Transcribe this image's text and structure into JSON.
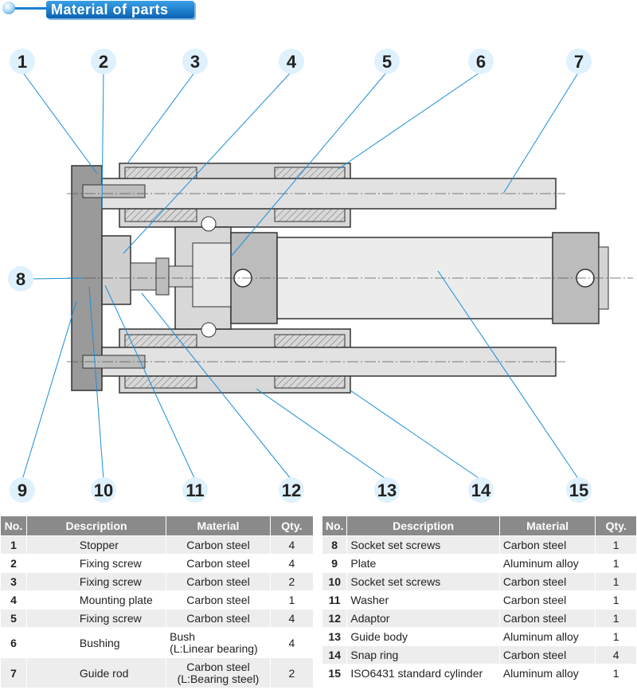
{
  "header": {
    "title": "Material of parts"
  },
  "callouts": [
    "1",
    "2",
    "3",
    "4",
    "5",
    "6",
    "7",
    "8",
    "9",
    "10",
    "11",
    "12",
    "13",
    "14",
    "15"
  ],
  "table_left": {
    "columns": [
      "No.",
      "Description",
      "Material",
      "Qty."
    ],
    "rows": [
      {
        "no": "1",
        "description": "Stopper",
        "material": "Carbon steel",
        "material_sub": "",
        "qty": "4"
      },
      {
        "no": "2",
        "description": "Fixing screw",
        "material": "Carbon steel",
        "material_sub": "",
        "qty": "4"
      },
      {
        "no": "3",
        "description": "Fixing screw",
        "material": "Carbon steel",
        "material_sub": "",
        "qty": "2"
      },
      {
        "no": "4",
        "description": "Mounting plate",
        "material": "Carbon steel",
        "material_sub": "",
        "qty": "1"
      },
      {
        "no": "5",
        "description": "Fixing screw",
        "material": "Carbon steel",
        "material_sub": "",
        "qty": "4"
      },
      {
        "no": "6",
        "description": "Bushing",
        "material": "Bush",
        "material_sub": "(L:Linear bearing)",
        "qty": "4"
      },
      {
        "no": "7",
        "description": "Guide rod",
        "material": "Carbon steel",
        "material_sub": "(L:Bearing steel)",
        "qty": "2"
      }
    ]
  },
  "table_right": {
    "columns": [
      "No.",
      "Description",
      "Material",
      "Qty."
    ],
    "rows": [
      {
        "no": "8",
        "description": "Socket set screws",
        "material": "Carbon steel",
        "qty": "1"
      },
      {
        "no": "9",
        "description": "Plate",
        "material": "Aluminum alloy",
        "qty": "1"
      },
      {
        "no": "10",
        "description": "Socket set screws",
        "material": "Carbon steel",
        "qty": "1"
      },
      {
        "no": "11",
        "description": "Washer",
        "material": "Carbon steel",
        "qty": "1"
      },
      {
        "no": "12",
        "description": "Adaptor",
        "material": "Carbon steel",
        "qty": "1"
      },
      {
        "no": "13",
        "description": "Guide body",
        "material": "Aluminum alloy",
        "qty": "1"
      },
      {
        "no": "14",
        "description": "Snap ring",
        "material": "Carbon steel",
        "qty": "4"
      },
      {
        "no": "15",
        "description": "ISO6431 standard cylinder",
        "material": "Aluminum alloy",
        "qty": "1"
      }
    ]
  },
  "colors": {
    "accent": "#0a63b4",
    "leader": "#1a8fd6",
    "callout_fill": "#dff1fc",
    "header_bg": "#8a8a8a"
  }
}
